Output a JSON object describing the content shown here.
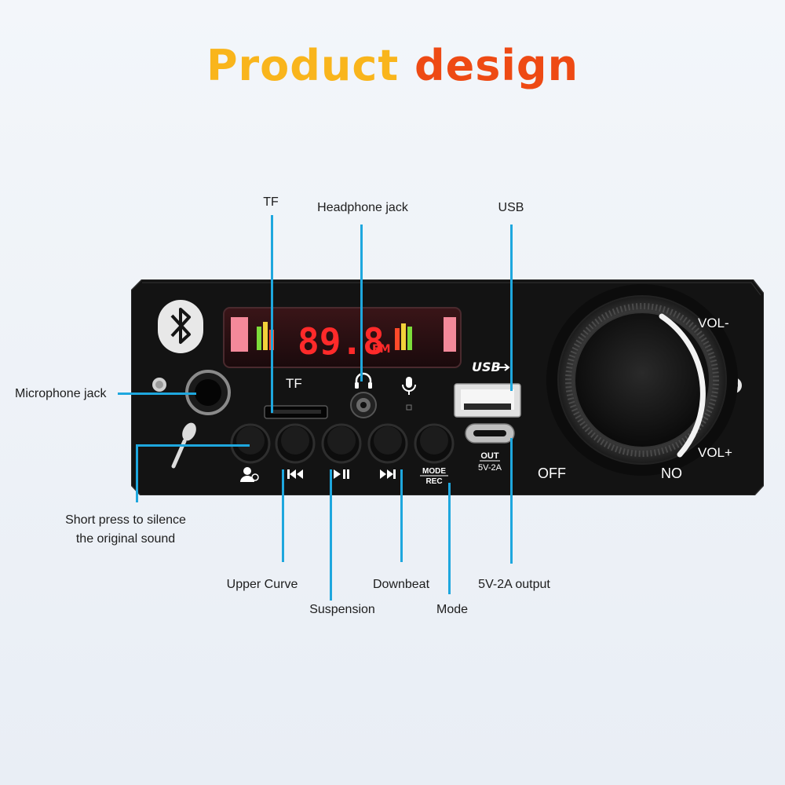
{
  "title": {
    "word1": "Product",
    "word2": "design"
  },
  "colors": {
    "title_yellow": "#f9b51c",
    "title_orange": "#ee4a14",
    "callout_line": "#1ea7de",
    "panel": "#131313",
    "display_red": "#ff2a2a"
  },
  "labels": {
    "tf": "TF",
    "headphone_jack": "Headphone jack",
    "usb": "USB",
    "microphone_jack": "Microphone jack",
    "short_press_line1": "Short press to silence",
    "short_press_line2": "the original sound",
    "upper_curve": "Upper Curve",
    "suspension": "Suspension",
    "downbeat": "Downbeat",
    "mode": "Mode",
    "output_5v2a": "5V-2A output"
  },
  "panel": {
    "display_value": "89.8",
    "display_unit": "FM",
    "tf_print": "TF",
    "usb_logo": "USB",
    "mode_top": "MODE",
    "mode_bottom": "REC",
    "out_top": "OUT",
    "out_bottom": "5V-2A",
    "vol_minus": "VOL-",
    "vol_plus": "VOL+",
    "off": "OFF",
    "on": "NO"
  },
  "icons": [
    "bluetooth-icon",
    "microphone-icon",
    "headphone-icon",
    "mic-small-icon",
    "voice-cancel-icon",
    "previous-track-icon",
    "play-pause-icon",
    "next-track-icon"
  ]
}
